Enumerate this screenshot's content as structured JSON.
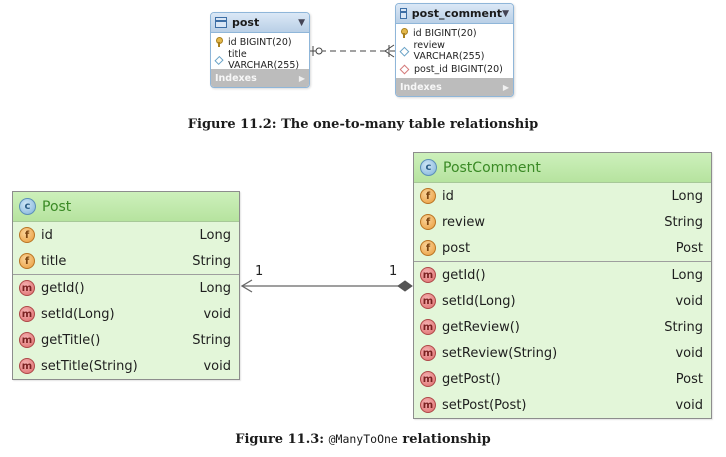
{
  "figure_11_2": {
    "caption": "Figure 11.2: The one-to-many table relationship",
    "tables": [
      {
        "name": "post",
        "header_arrow": "▼",
        "columns": [
          {
            "icon": "primary-key-icon",
            "text": "id BIGINT(20)"
          },
          {
            "icon": "column-icon",
            "text": "title VARCHAR(255)"
          }
        ],
        "indexes_label": "Indexes",
        "indexes_arrow": "▶"
      },
      {
        "name": "post_comment",
        "header_arrow": "▼",
        "columns": [
          {
            "icon": "primary-key-icon",
            "text": "id BIGINT(20)"
          },
          {
            "icon": "column-icon",
            "text": "review VARCHAR(255)"
          },
          {
            "icon": "foreign-key-icon",
            "text": "post_id BIGINT(20)"
          }
        ],
        "indexes_label": "Indexes",
        "indexes_arrow": "▶"
      }
    ],
    "relationship": {
      "from": "post",
      "to": "post_comment",
      "type": "one-to-many"
    }
  },
  "figure_11_3": {
    "caption_prefix": "Figure 11.3:",
    "caption_code": "@ManyToOne",
    "caption_suffix": "relationship",
    "classes": [
      {
        "name": "Post",
        "class_badge": "c",
        "fields": [
          {
            "badge": "f",
            "name": "id",
            "type": "Long"
          },
          {
            "badge": "f",
            "name": "title",
            "type": "String"
          }
        ],
        "methods": [
          {
            "badge": "m",
            "name": "getId()",
            "type": "Long"
          },
          {
            "badge": "m",
            "name": "setId(Long)",
            "type": "void"
          },
          {
            "badge": "m",
            "name": "getTitle()",
            "type": "String"
          },
          {
            "badge": "m",
            "name": "setTitle(String)",
            "type": "void"
          }
        ]
      },
      {
        "name": "PostComment",
        "class_badge": "c",
        "fields": [
          {
            "badge": "f",
            "name": "id",
            "type": "Long"
          },
          {
            "badge": "f",
            "name": "review",
            "type": "String"
          },
          {
            "badge": "f",
            "name": "post",
            "type": "Post"
          }
        ],
        "methods": [
          {
            "badge": "m",
            "name": "getId()",
            "type": "Long"
          },
          {
            "badge": "m",
            "name": "setId(Long)",
            "type": "void"
          },
          {
            "badge": "m",
            "name": "getReview()",
            "type": "String"
          },
          {
            "badge": "m",
            "name": "setReview(String)",
            "type": "void"
          },
          {
            "badge": "m",
            "name": "getPost()",
            "type": "Post"
          },
          {
            "badge": "m",
            "name": "setPost(Post)",
            "type": "void"
          }
        ]
      }
    ],
    "association": {
      "source": "PostComment",
      "target": "Post",
      "source_multiplicity": "1",
      "target_multiplicity": "1"
    }
  }
}
